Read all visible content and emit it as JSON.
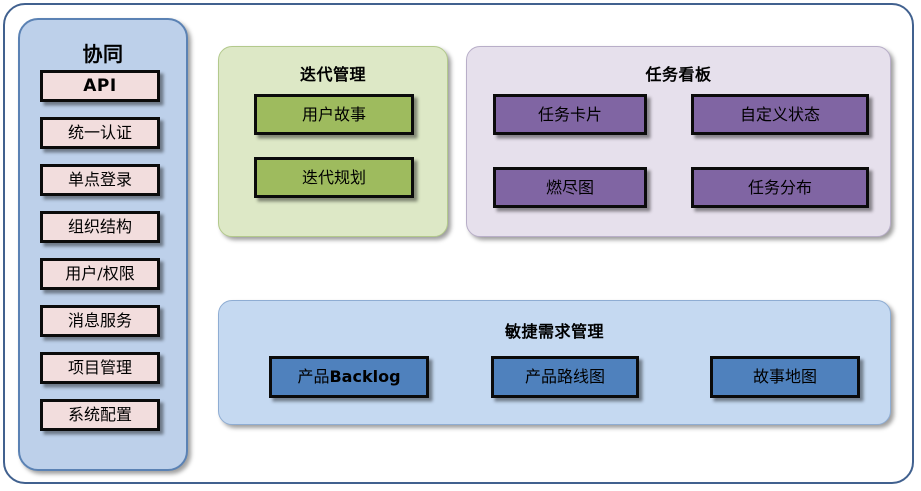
{
  "frame": {
    "accent_border": "#41618f",
    "background": "#ffffff"
  },
  "sidebar": {
    "title": "协同",
    "background": "#bdd0ea",
    "border": "#5b82b4",
    "item_fill": "#f2dddd",
    "items": [
      {
        "label": "API"
      },
      {
        "label": "统一认证"
      },
      {
        "label": "单点登录"
      },
      {
        "label": "组织结构"
      },
      {
        "label": "用户/权限"
      },
      {
        "label": "消息服务"
      },
      {
        "label": "项目管理"
      },
      {
        "label": "系统配置"
      }
    ]
  },
  "panels": {
    "iteration": {
      "title": "迭代管理",
      "background": "#dde8c6",
      "box_fill": "#9ebb5e",
      "items": [
        {
          "label": "用户故事"
        },
        {
          "label": "迭代规划"
        }
      ]
    },
    "taskboard": {
      "title": "任务看板",
      "background": "#e6e0ec",
      "box_fill": "#8065a3",
      "items": [
        {
          "label": "任务卡片"
        },
        {
          "label": "自定义状态"
        },
        {
          "label": "燃尽图"
        },
        {
          "label": "任务分布"
        }
      ]
    },
    "agile": {
      "title": "敏捷需求管理",
      "background": "#c5d9f1",
      "box_fill": "#4f81bd",
      "items": [
        {
          "label_cjk": "产品",
          "label_latin": "Backlog",
          "label": "产品Backlog"
        },
        {
          "label": "产品路线图"
        },
        {
          "label": "故事地图"
        }
      ]
    }
  }
}
